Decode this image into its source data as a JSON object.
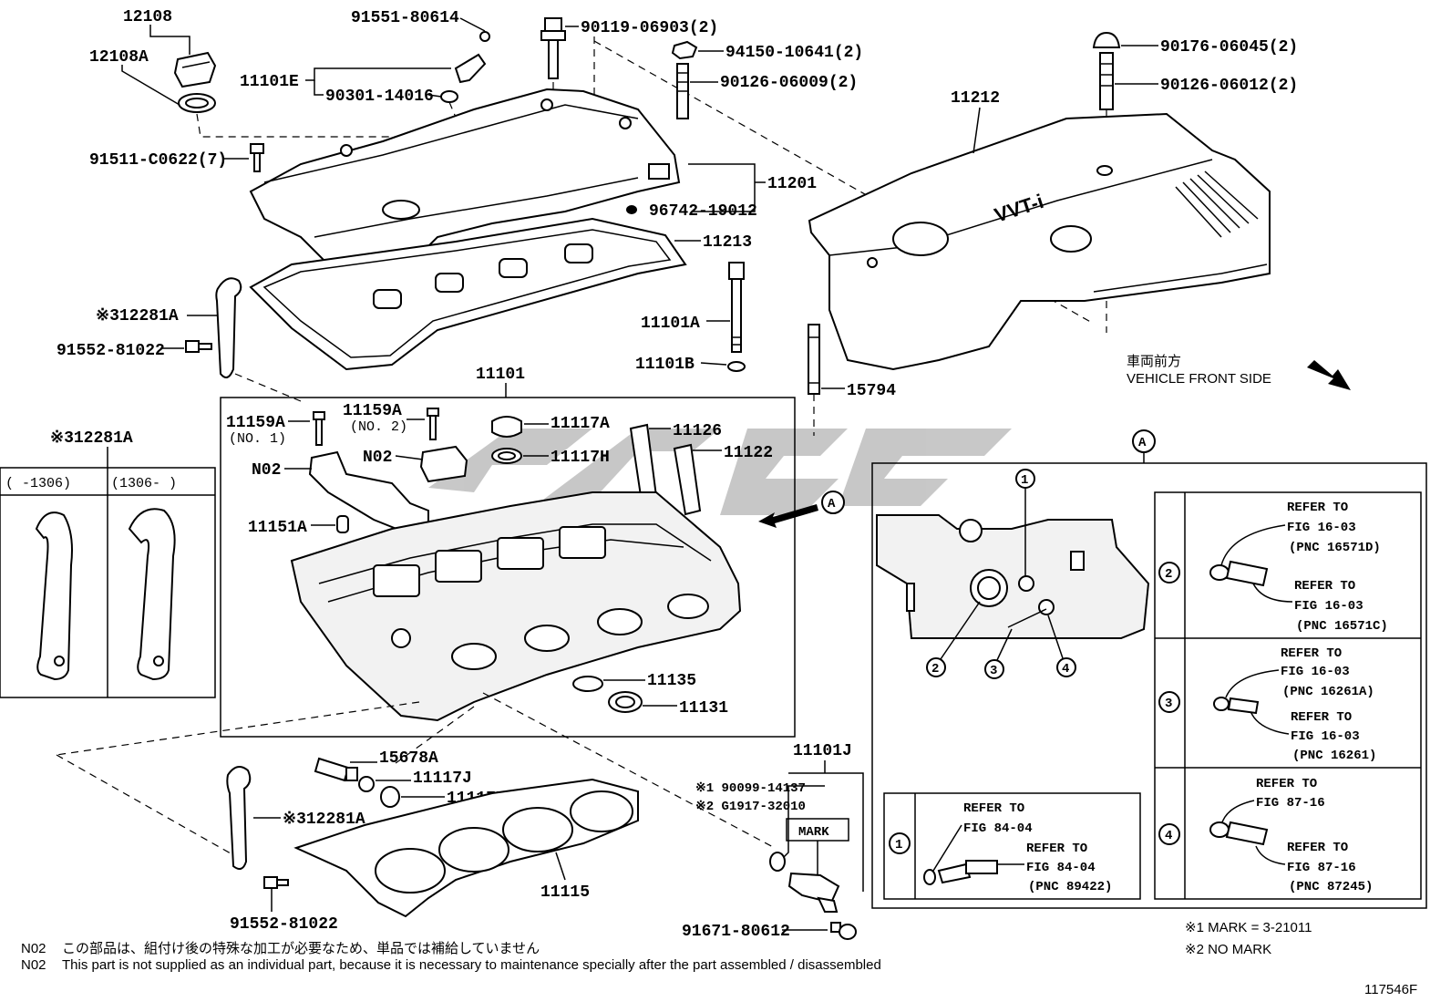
{
  "labels": {
    "p12108": "12108",
    "p12108A": "12108A",
    "p91551": "91551-80614",
    "p11101E": "11101E",
    "p90301": "90301-14016",
    "p90119": "90119-06903(2)",
    "p94150": "94150-10641(2)",
    "p90126a": "90126-06009(2)",
    "p90176": "90176-06045(2)",
    "p90126b": "90126-06012(2)",
    "p11212": "11212",
    "p91511": "91511-C0622(7)",
    "p11201": "11201",
    "p96742": "96742-19012",
    "p11213": "11213",
    "p12281A_1": "※312281A",
    "p91552_1": "91552-81022",
    "p11101A": "11101A",
    "p11101B": "11101B",
    "p11101": "11101",
    "p15794": "15794",
    "p11159A_1": "11159A",
    "p11159A_1sub": "(NO. 1)",
    "p11159A_2": "11159A",
    "p11159A_2sub": "(NO. 2)",
    "p11117A": "11117A",
    "p11126": "11126",
    "p11117H": "11117H",
    "p11122": "11122",
    "pN02_1": "N02",
    "pN02_2": "N02",
    "p11151A": "11151A",
    "p11135": "11135",
    "p11131": "11131",
    "p12281A_left": "※312281A",
    "left_col1": "(     -1306)",
    "left_col2": "(1306-     )",
    "p15678A": "15678A",
    "p11117J": "11117J",
    "p11117B": "11117B",
    "p12281A_2": "※312281A",
    "p11115": "11115",
    "p91552_2": "91552-81022",
    "p11101J": "11101J",
    "p90099": "※1 90099-14137",
    "pG1917": "※2 G1917-32010",
    "mark": "MARK",
    "p91671": "91671-80612",
    "vehicle_jp": "車両前方",
    "vehicle_en": "VEHICLE FRONT SIDE",
    "A_marker": "A",
    "A_arrow": "A",
    "fig_no": "117546F",
    "cover_logo": "VVT-i"
  },
  "detail_A": {
    "callouts": [
      "1",
      "2",
      "3",
      "4"
    ],
    "refs": [
      {
        "num": "2",
        "ref1": "REFER TO",
        "fig1": "FIG 16-03",
        "pnc1": "(PNC 16571D)",
        "ref2": "REFER TO",
        "fig2": "FIG 16-03",
        "pnc2": "(PNC 16571C)"
      },
      {
        "num": "3",
        "ref1": "REFER TO",
        "fig1": "FIG 16-03",
        "pnc1": "(PNC 16261A)",
        "ref2": "REFER TO",
        "fig2": "FIG 16-03",
        "pnc2": "(PNC 16261)"
      },
      {
        "num": "4",
        "ref1": "REFER TO",
        "fig1": "FIG 87-16",
        "pnc1": "",
        "ref2": "REFER TO",
        "fig2": "FIG 87-16",
        "pnc2": "(PNC 87245)"
      }
    ],
    "ref1": {
      "num": "1",
      "ref1": "REFER TO",
      "fig1": "FIG 84-04",
      "ref2": "REFER TO",
      "fig2": "FIG 84-04",
      "pnc2": "(PNC 89422)"
    }
  },
  "marks": {
    "m1": "※1 MARK = 3-21011",
    "m2": "※2 NO MARK"
  },
  "notes": {
    "jp_code": "N02",
    "jp_text": "この部品は、組付け後の特殊な加工が必要なため、単品では補給していません",
    "en_code": "N02",
    "en_text": "This part is not supplied as an individual part, because it is necessary to maintenance specially after the part assembled / disassembled"
  }
}
